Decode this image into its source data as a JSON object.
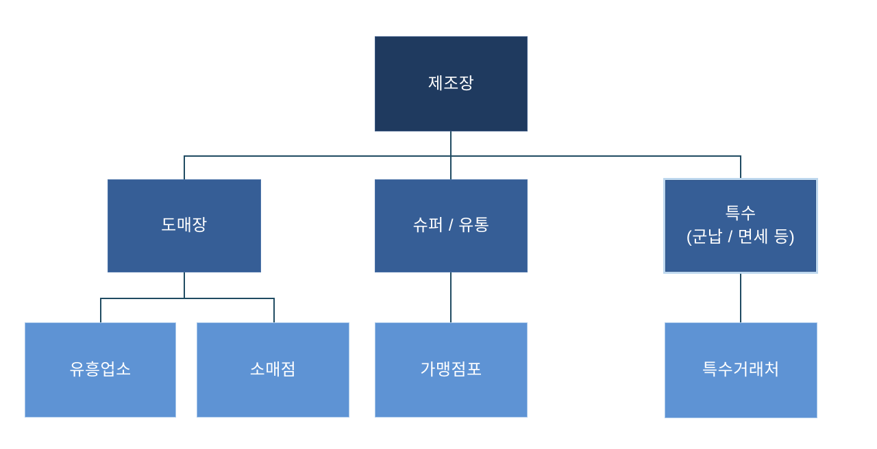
{
  "diagram": {
    "type": "org-chart",
    "colors": {
      "level1_fill": "#1F3A5F",
      "level2_fill": "#365E96",
      "level3_fill": "#5E93D4",
      "highlight_border": "#BDD7EE",
      "connector": "#1E4A61",
      "text": "#FFFFFF"
    },
    "nodes": [
      {
        "id": "manufacturing-plant",
        "label": "제조장",
        "level": 1,
        "parent": null
      },
      {
        "id": "wholesale",
        "label": "도매장",
        "level": 2,
        "parent": "제조장"
      },
      {
        "id": "super-distribution",
        "label": "슈퍼 / 유통",
        "level": 2,
        "parent": "제조장"
      },
      {
        "id": "special",
        "label": "특수\n(군납 / 면세 등)",
        "level": 2,
        "parent": "제조장"
      },
      {
        "id": "entertainment-venues",
        "label": "유흥업소",
        "level": 3,
        "parent": "도매장"
      },
      {
        "id": "retail-store",
        "label": "소매점",
        "level": 3,
        "parent": "도매장"
      },
      {
        "id": "franchise-store",
        "label": "가맹점포",
        "level": 3,
        "parent": "슈퍼 / 유통"
      },
      {
        "id": "special-accounts",
        "label": "특수거래처",
        "level": 3,
        "parent": "특수"
      }
    ]
  }
}
